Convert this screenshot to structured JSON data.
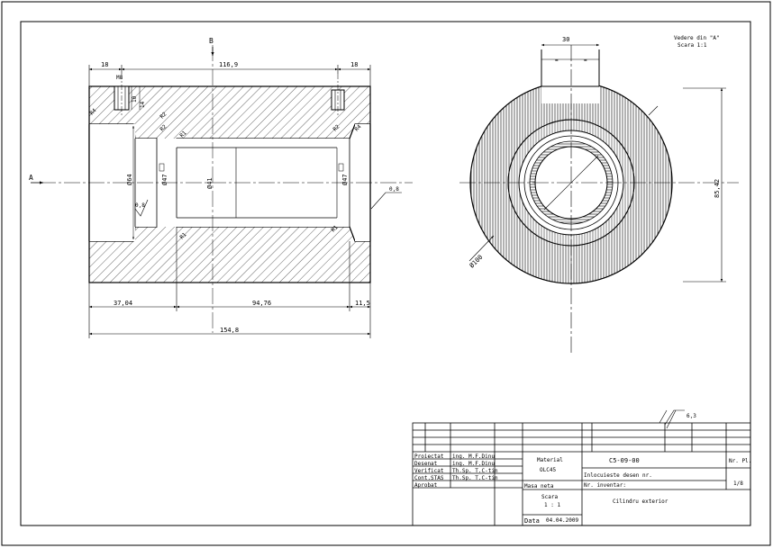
{
  "view_label": {
    "line1": "Vedere din \"A\"",
    "line2": "Scara 1:1"
  },
  "markers": {
    "a": "A",
    "b": "B"
  },
  "dimensions": {
    "top_left": "18",
    "top_mid": "116,9",
    "top_right": "18",
    "bottom_1": "37,04",
    "bottom_2": "94,76",
    "bottom_3": "11,5",
    "overall": "154,8",
    "dia_outer": "Ø64",
    "dia_bore": "Ø41",
    "dia_groove_l": "Ø47",
    "dia_groove_r": "Ø47",
    "thread": "M8",
    "thread_depth": "14",
    "thread_len": "10",
    "chamfer_a": "R4",
    "chamfer_b": "R2",
    "chamfer_c": "R2",
    "chamfer_d": "R1",
    "chamfer_e": "R2",
    "chamfer_f": "R4",
    "chamfer_g": "R1",
    "chamfer_h": "R1",
    "surf_1": "0,8",
    "surf_2": "0,8",
    "right_width": "30",
    "right_eq1": "=",
    "right_eq2": "=",
    "right_dia": "Ø100",
    "right_height": "85,42",
    "roughness": "6,3"
  },
  "title_block": {
    "projectat": "Proiectat",
    "projectat_by": "ing. M.F.Dinu",
    "desenat": "Desenat",
    "desenat_by": "ing. M.F.Dinu",
    "verificat": "Verificat",
    "verificat_by": "Th.Sp. T.C-tin",
    "contstas": "Cont.STAS",
    "contstas_by": "Th.Sp. T.C-tin",
    "aprobat": "Aprobat",
    "material_label": "Material",
    "material": "OLC45",
    "drawing_no": "C5-09-00",
    "replaces": "Inlocuieste desen nr.",
    "inventory": "Nr. inventar:",
    "mass": "Masa neta",
    "scale_label": "Scara",
    "scale": "1 : 1",
    "part_name": "Cilindru exterior",
    "date_label": "Data",
    "date": "04.04.2009",
    "sheet_no_label": "Nr. Pl.",
    "sheet_no": "1/8"
  }
}
